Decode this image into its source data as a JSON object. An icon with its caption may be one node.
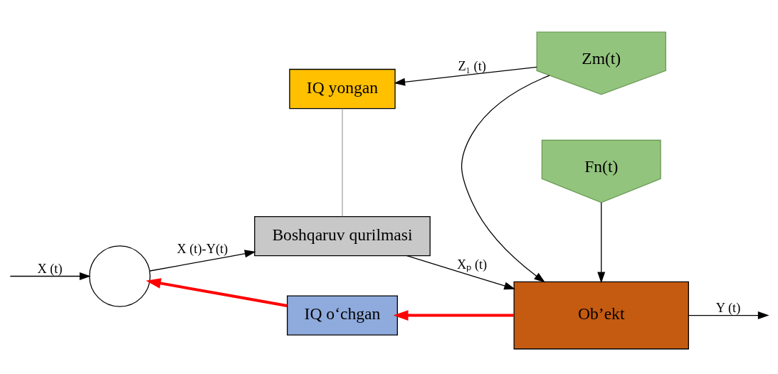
{
  "diagram": {
    "nodes": [
      {
        "text": [],
        "shape": "circle"
      },
      {
        "text": [
          "Boshqaruv qurilmasi"
        ]
      },
      {
        "text": [
          "IQ yongan"
        ]
      },
      {
        "text": [
          "Ob’ekt"
        ]
      },
      {
        "text": [
          "IQ o‘chgan"
        ]
      },
      {
        "text": [
          "Zm(t)"
        ]
      },
      {
        "text": [
          "Fn(t)"
        ]
      }
    ],
    "edges": [
      {
        "from": null,
        "to": 0,
        "arrow": "to",
        "label": "X (t)"
      },
      {
        "from": 0,
        "to": 1,
        "arrow": "to",
        "label": "X (t)-Y(t)"
      },
      {
        "from": 1,
        "to": 3,
        "arrow": "to",
        "label": "Xₚ (t)"
      },
      {
        "from": 3,
        "to": null,
        "arrow": "to",
        "label": "Y (t)"
      },
      {
        "from": 3,
        "to": 4,
        "arrow": "to",
        "style": "thick",
        "color": "#ff0000"
      },
      {
        "from": 4,
        "to": 0,
        "arrow": "to",
        "style": "thick",
        "color": "#ff0000"
      },
      {
        "from": 2,
        "to": 1,
        "arrow": "none",
        "color": "#a6a6a6"
      },
      {
        "from": 5,
        "to": 2,
        "arrow": "to",
        "label": "Z₁ (t)"
      },
      {
        "from": 5,
        "to": 3,
        "arrow": "to"
      },
      {
        "from": 6,
        "to": 3,
        "arrow": "to"
      }
    ]
  }
}
